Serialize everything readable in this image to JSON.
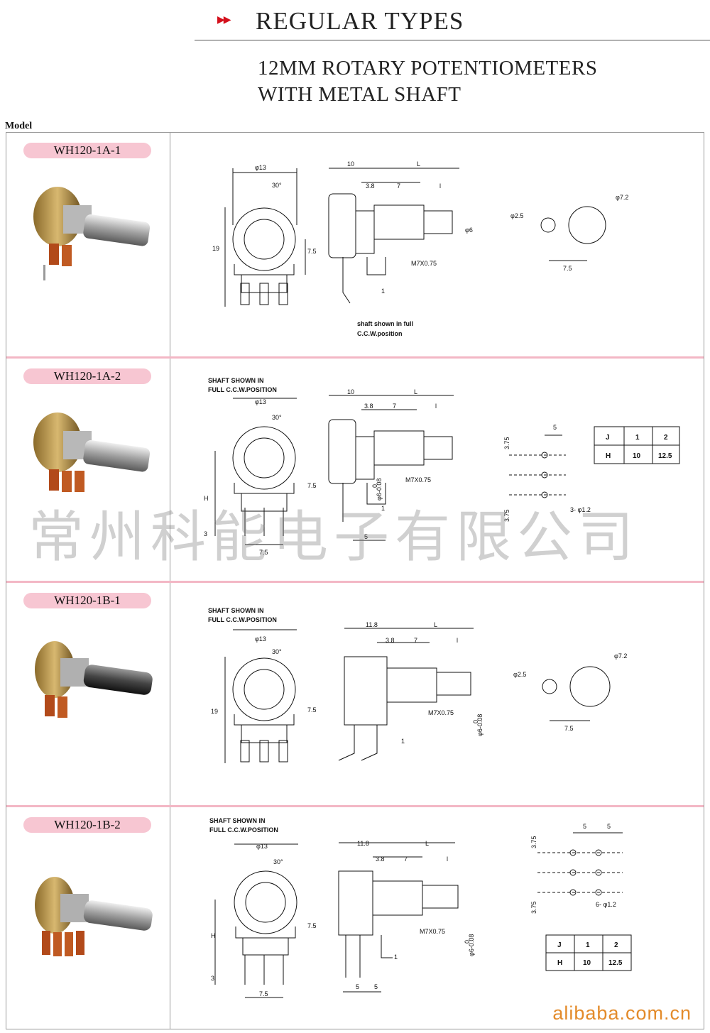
{
  "header": {
    "title": "REGULAR TYPES",
    "subtitle_line1": "12MM ROTARY POTENTIOMETERS",
    "subtitle_line2": "WITH METAL SHAFT"
  },
  "table": {
    "model_column_label": "Model",
    "rows": [
      {
        "model": "WH120-1A-1",
        "dims": {
          "d13": "φ13",
          "ang": "30°",
          "h19": "19",
          "h75": "7.5",
          "w10": "10",
          "wL": "L",
          "w38": "3.8",
          "w7": "7",
          "wl": "l",
          "d6": "φ6",
          "thread": "M7X0.75",
          "one": "1",
          "d25": "φ2.5",
          "d72": "φ7.2",
          "pitch": "7.5"
        },
        "note_line1": "shaft shown in full",
        "note_line2": "C.C.W.position"
      },
      {
        "model": "WH120-1A-2",
        "dims": {
          "note1": "SHAFT SHOWN IN",
          "note2": "FULL C.C.W.POSITION",
          "d13": "φ13",
          "ang": "30°",
          "H": "H",
          "three": "3",
          "h75": "7.5",
          "w75": "7.5",
          "w10": "10",
          "wL": "L",
          "w38": "3.8",
          "w7": "7",
          "wl": "l",
          "thread": "M7X0.75",
          "d6tol": "φ6-0.08",
          "tol0": "0",
          "one": "1",
          "five": "5",
          "five2": "5",
          "v375a": "3.75",
          "v375b": "3.75",
          "holes": "3- φ1.2"
        },
        "jh_table": {
          "headers": [
            "J",
            "1",
            "2"
          ],
          "row": [
            "H",
            "10",
            "12.5"
          ]
        }
      },
      {
        "model": "WH120-1B-1",
        "dims": {
          "note1": "SHAFT SHOWN IN",
          "note2": "FULL C.C.W.POSITION",
          "d13": "φ13",
          "ang": "30°",
          "h19": "19",
          "h75": "7.5",
          "w118": "11.8",
          "wL": "L",
          "w38": "3.8",
          "w7": "7",
          "wl": "l",
          "thread": "M7X0.75",
          "d6tol": "φ6-0.08",
          "tol0": "0",
          "one": "1",
          "d25": "φ2.5",
          "d72": "φ7.2",
          "pitch": "7.5"
        }
      },
      {
        "model": "WH120-1B-2",
        "dims": {
          "note1": "SHAFT SHOWN IN",
          "note2": "FULL C.C.W.POSITION",
          "d13": "φ13",
          "ang": "30°",
          "H": "H",
          "three": "3",
          "h75": "7.5",
          "w75": "7.5",
          "w118": "11.8",
          "wL": "L",
          "w38": "3.8",
          "w7": "7",
          "wl": "l",
          "thread": "M7X0.75",
          "d6tol": "φ6-0.08",
          "tol0": "0",
          "one": "1",
          "five": "5",
          "five2": "5",
          "five3": "5",
          "five4": "5",
          "v375a": "3.75",
          "v375b": "3.75",
          "holes": "6- φ1.2"
        },
        "jh_table": {
          "headers": [
            "J",
            "1",
            "2"
          ],
          "row": [
            "H",
            "10",
            "12.5"
          ]
        }
      }
    ]
  },
  "watermark": "常州科能电子有限公司",
  "footer_watermark": "alibaba.com.cn",
  "colors": {
    "accent": "#d4101c",
    "pill": "#f7c6d2",
    "separator": "#f3b7c5",
    "footer": "#e38b2b"
  }
}
